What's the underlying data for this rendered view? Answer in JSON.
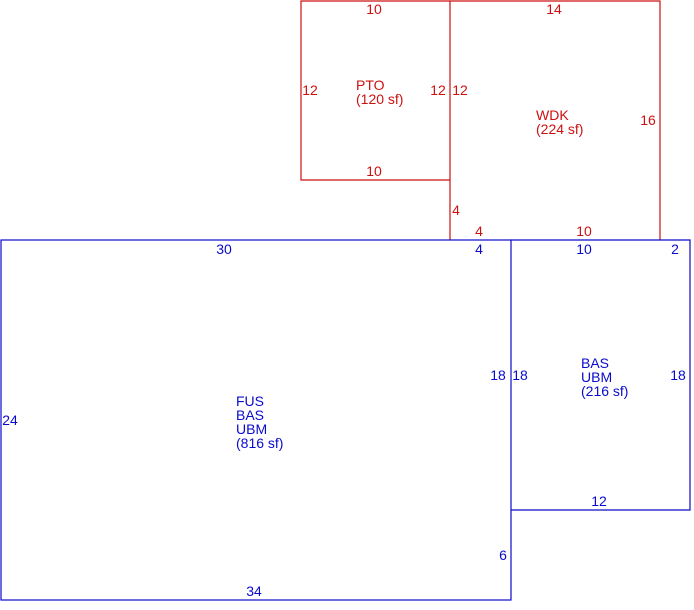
{
  "colors": {
    "pto_wdk": "#cc1111",
    "house": "#0a0acc"
  },
  "pto": {
    "name": "PTO",
    "area": "(120 sf)",
    "top": "10",
    "bottom": "10",
    "left": "12",
    "right": "12"
  },
  "wdk": {
    "name": "WDK",
    "area": "(224 sf)",
    "top": "14",
    "left_upper": "12",
    "left_lower": "4",
    "right": "16",
    "bottom_left": "4",
    "bottom_right": "10"
  },
  "main": {
    "line1": "FUS",
    "line2": "BAS",
    "line3": "UBM",
    "area": "(816 sf)",
    "top": "30",
    "top_right": "4",
    "left": "24",
    "right_upper": "18",
    "right_lower": "6",
    "bottom": "34"
  },
  "side": {
    "line1": "BAS",
    "line2": "UBM",
    "area": "(216 sf)",
    "top": "10",
    "top_right": "2",
    "left": "18",
    "right": "18",
    "bottom": "12"
  }
}
